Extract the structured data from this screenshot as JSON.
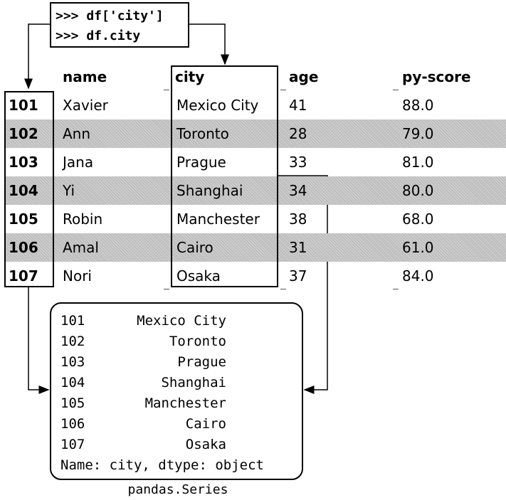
{
  "code": {
    "lines": [
      ">>> df['city']",
      ">>> df.city"
    ]
  },
  "table": {
    "headers": [
      "name",
      "city",
      "age",
      "py-score"
    ],
    "rows": [
      {
        "index": "101",
        "name": "Xavier",
        "city": "Mexico City",
        "age": "41",
        "score": "88.0",
        "shaded": false
      },
      {
        "index": "102",
        "name": "Ann",
        "city": "Toronto",
        "age": "28",
        "score": "79.0",
        "shaded": true
      },
      {
        "index": "103",
        "name": "Jana",
        "city": "Prague",
        "age": "33",
        "score": "81.0",
        "shaded": false
      },
      {
        "index": "104",
        "name": "Yi",
        "city": "Shanghai",
        "age": "34",
        "score": "80.0",
        "shaded": true
      },
      {
        "index": "105",
        "name": "Robin",
        "city": "Manchester",
        "age": "38",
        "score": "68.0",
        "shaded": false
      },
      {
        "index": "106",
        "name": "Amal",
        "city": "Cairo",
        "age": "31",
        "score": "61.0",
        "shaded": true
      },
      {
        "index": "107",
        "name": "Nori",
        "city": "Osaka",
        "age": "37",
        "score": "84.0",
        "shaded": false
      }
    ]
  },
  "series": {
    "rows": [
      {
        "index": "101",
        "value": "Mexico City"
      },
      {
        "index": "102",
        "value": "Toronto"
      },
      {
        "index": "103",
        "value": "Prague"
      },
      {
        "index": "104",
        "value": "Shanghai"
      },
      {
        "index": "105",
        "value": "Manchester"
      },
      {
        "index": "106",
        "value": "Cairo"
      },
      {
        "index": "107",
        "value": "Osaka"
      }
    ],
    "footer": "Name: city, dtype: object",
    "caption": "pandas.Series"
  },
  "colors": {
    "line": "#000000",
    "shade": "#bdbdbd",
    "background": "#ffffff"
  }
}
